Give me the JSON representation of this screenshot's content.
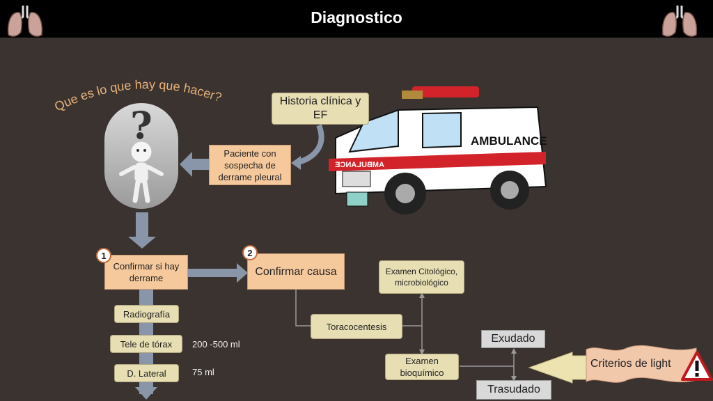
{
  "header": {
    "title": "Diagnostico"
  },
  "icons": {
    "left_lungs": "lungs-icon",
    "right_lungs": "lungs-icon",
    "warning": "warning-icon",
    "ambulance": "ambulance-illustration",
    "thinking_figure": "question-figure"
  },
  "curved_title": "Que es lo que hay que hacer?",
  "question_mark": "?",
  "boxes": {
    "historia": "Historia clínica y EF",
    "paciente": "Paciente con sospecha de derrame pleural",
    "confirmar_derrame": "Confirmar si hay derrame",
    "confirmar_causa": "Confirmar causa",
    "radiografia": "Radiografía",
    "tele": "Tele de tórax",
    "lateral": "D. Lateral",
    "examen_cito": "Examen Citológico, microbiológico",
    "toracocentesis": "Toracocentesis",
    "examen_bioq": "Examen bioquímico",
    "exudado": "Exudado",
    "trasudado": "Trasudado",
    "criterios": "Criterios de light"
  },
  "badges": {
    "one": "1",
    "two": "2"
  },
  "volumes": {
    "tele": "200 -500 ml",
    "lateral": "75 ml"
  },
  "ambulance": {
    "side_text": "AMBULANCE",
    "front_text": "AMBULANCE"
  },
  "colors": {
    "background": "#3b3330",
    "header": "#000000",
    "tan_box": "#e7dfb3",
    "salmon_box": "#f6c99c",
    "arrow": "#8995a8",
    "warning_red": "#c0191d"
  }
}
